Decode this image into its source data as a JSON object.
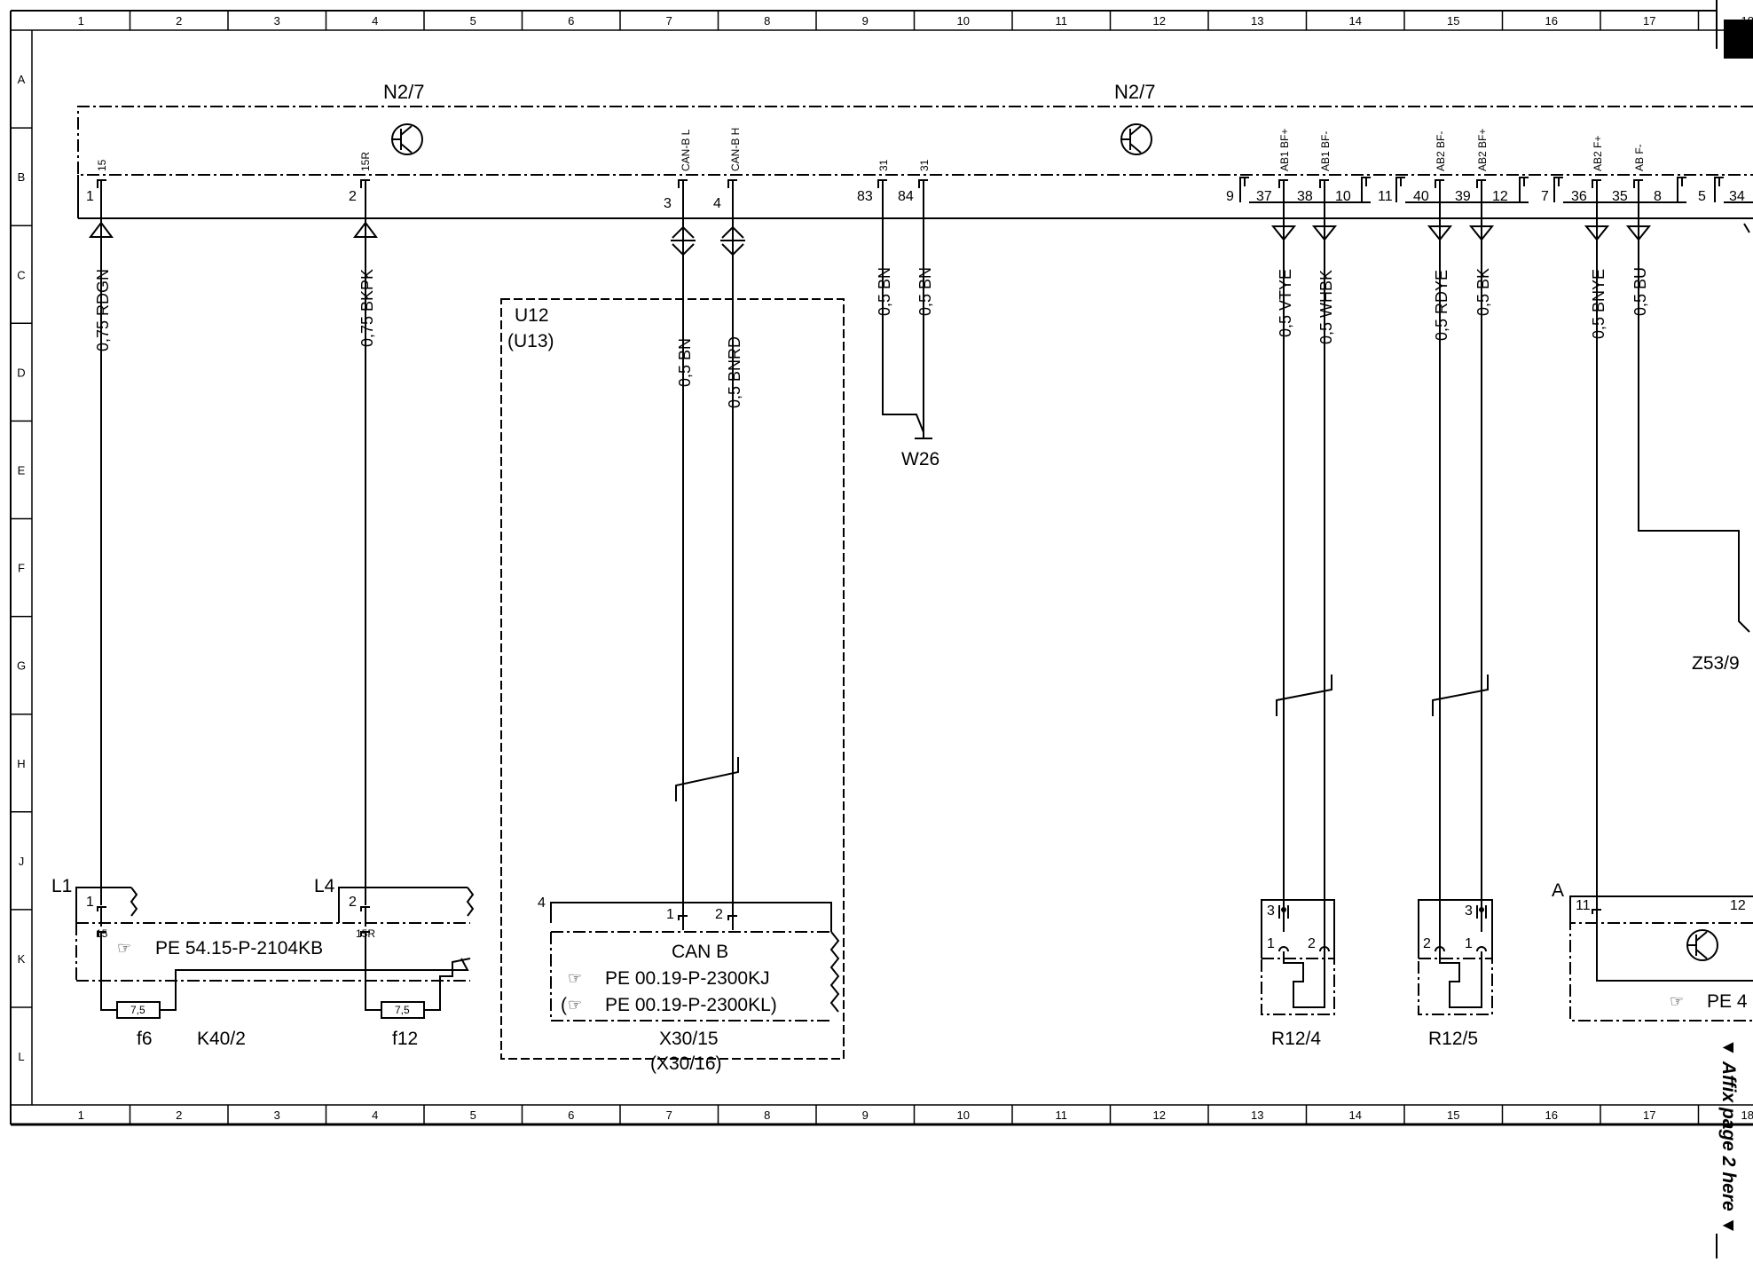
{
  "grid": {
    "columns": [
      "1",
      "2",
      "3",
      "4",
      "5",
      "6",
      "7",
      "8",
      "9",
      "10",
      "11",
      "12",
      "13",
      "14",
      "15",
      "16",
      "17",
      "18"
    ],
    "rows": [
      "A",
      "B",
      "C",
      "D",
      "E",
      "F",
      "G",
      "H",
      "J",
      "K",
      "L"
    ]
  },
  "components": {
    "n2_7_left": "N2/7",
    "n2_7_right": "N2/7",
    "u12": "U12",
    "u13": "(U13)",
    "w26": "W26",
    "z53_9": "Z53/9",
    "x30_15": "X30/15",
    "x30_16": "(X30/16)",
    "can_b": "CAN B",
    "k40_2": "K40/2",
    "f6": "f6",
    "f12": "f12",
    "r12_4": "R12/4",
    "r12_5": "R12/5",
    "l1": "L1",
    "l4": "L4",
    "conn_a": "A"
  },
  "references": {
    "k40_ref": "PE 54.15-P-2104KB",
    "can_ref1": "PE 00.19-P-2300KJ",
    "can_ref2": "PE 00.19-P-2300KL)",
    "can_ref2_open": "(",
    "right_ref": "PE 4"
  },
  "fuses": {
    "f6_value": "7,5",
    "f12_value": "7,5"
  },
  "pins": {
    "p15": "15",
    "p15r": "15R",
    "canbl": "CAN-B L",
    "canbh": "CAN-B H",
    "p31a": "31",
    "p31b": "31",
    "ab1bfp": "AB1 BF+",
    "ab1bfm": "AB1 BF-",
    "ab2bfm": "AB2 BF-",
    "ab2bfp": "AB2 BF+",
    "ab2fp": "AB2 F+",
    "abfm": "AB F-",
    "n1": "1",
    "n2": "2",
    "n3": "3",
    "n4": "4",
    "n83": "83",
    "n84": "84",
    "n9": "9",
    "n37": "37",
    "n38": "38",
    "n10": "10",
    "n11": "11",
    "n40": "40",
    "n39": "39",
    "n12": "12",
    "n7": "7",
    "n36": "36",
    "n35": "35",
    "n8": "8",
    "n5": "5",
    "n34": "34",
    "l1_pin": "1",
    "l4_pin": "2",
    "k40_15": "15",
    "k40_15r": "15R",
    "x30_4": "4",
    "x30_1": "1",
    "x30_2": "2",
    "r124_3": "3",
    "r124_1": "1",
    "r124_2": "2",
    "r125_3": "3",
    "r125_2": "2",
    "r125_1": "1",
    "a_11": "11",
    "a_12": "12"
  },
  "wires": {
    "w1": "0,75 RDGN",
    "w2": "0,75 BKPK",
    "w3": "0,5 BN",
    "w4": "0,5 BNRD",
    "w5": "0,5 BN",
    "w6": "0,5 BN",
    "w7": "0,5 VTYE",
    "w8": "0,5 WHBK",
    "w9": "0,5 RDYE",
    "w10": "0,5 BK",
    "w11": "0,5 BNYE",
    "w12": "0,5 BU"
  },
  "side_note": "▼ Affix page 2 here ▼"
}
